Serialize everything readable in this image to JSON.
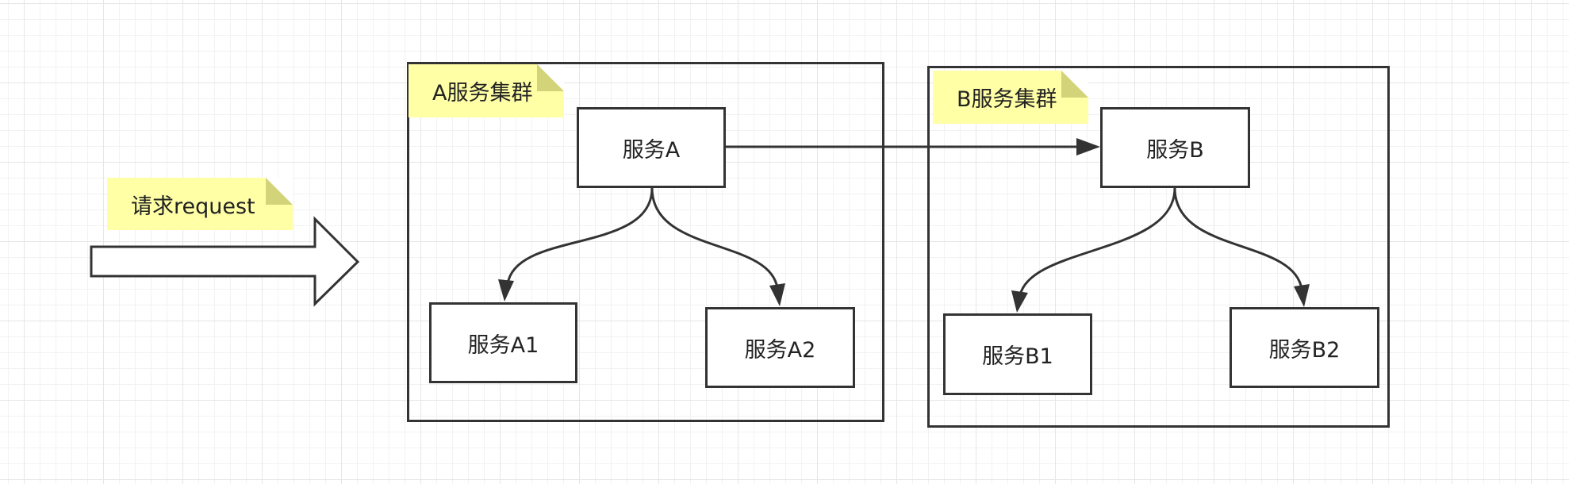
{
  "request_note": {
    "label": "请求request"
  },
  "cluster_a": {
    "note_label": "A服务集群",
    "service": "服务A",
    "child_1": "服务A1",
    "child_2": "服务A2"
  },
  "cluster_b": {
    "note_label": "B服务集群",
    "service": "服务B",
    "child_1": "服务B1",
    "child_2": "服务B2"
  },
  "colors": {
    "note_fill": "#ffffa6",
    "note_fold": "#d3d37a",
    "stroke": "#333333",
    "grid": "#e6e6e6"
  }
}
